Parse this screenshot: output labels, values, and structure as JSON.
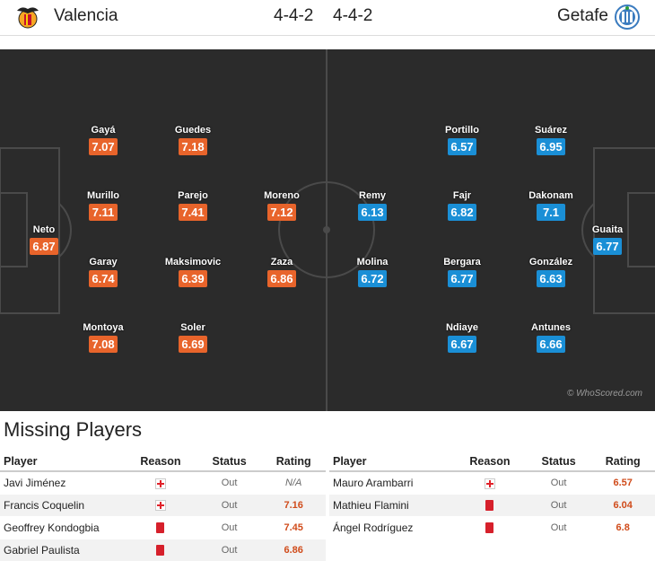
{
  "header": {
    "home_team": "Valencia",
    "away_team": "Getafe",
    "home_formation": "4-4-2",
    "away_formation": "4-4-2",
    "home_crest_icon": "valencia-bat-crest-icon",
    "away_crest_icon": "getafe-crest-icon"
  },
  "colors": {
    "home_rating": "#e8642b",
    "away_rating": "#1a8fd6",
    "pitch": "#2b2b2b",
    "missing_rating": "#d04b1a"
  },
  "pitch": {
    "watermark": "© WhoScored.com",
    "home_players": [
      {
        "name": "Neto",
        "rating": "6.87"
      },
      {
        "name": "Gayá",
        "rating": "7.07"
      },
      {
        "name": "Murillo",
        "rating": "7.11"
      },
      {
        "name": "Garay",
        "rating": "6.74"
      },
      {
        "name": "Montoya",
        "rating": "7.08"
      },
      {
        "name": "Guedes",
        "rating": "7.18"
      },
      {
        "name": "Parejo",
        "rating": "7.41"
      },
      {
        "name": "Maksimovic",
        "rating": "6.39"
      },
      {
        "name": "Soler",
        "rating": "6.69"
      },
      {
        "name": "Moreno",
        "rating": "7.12"
      },
      {
        "name": "Zaza",
        "rating": "6.86"
      }
    ],
    "away_players": [
      {
        "name": "Remy",
        "rating": "6.13"
      },
      {
        "name": "Molina",
        "rating": "6.72"
      },
      {
        "name": "Portillo",
        "rating": "6.57"
      },
      {
        "name": "Fajr",
        "rating": "6.82"
      },
      {
        "name": "Bergara",
        "rating": "6.77"
      },
      {
        "name": "Ndiaye",
        "rating": "6.67"
      },
      {
        "name": "Suárez",
        "rating": "6.95"
      },
      {
        "name": "Dakonam",
        "rating": "7.1"
      },
      {
        "name": "González",
        "rating": "6.63"
      },
      {
        "name": "Antunes",
        "rating": "6.66"
      },
      {
        "name": "Guaita",
        "rating": "6.77"
      }
    ]
  },
  "missing": {
    "title": "Missing Players",
    "columns": [
      "Player",
      "Reason",
      "Status",
      "Rating"
    ],
    "home": [
      {
        "player": "Javi Jiménez",
        "reason": "injury-cross-icon",
        "status": "Out",
        "rating": "N/A"
      },
      {
        "player": "Francis Coquelin",
        "reason": "injury-cross-icon",
        "status": "Out",
        "rating": "7.16"
      },
      {
        "player": "Geoffrey Kondogbia",
        "reason": "red-card-icon",
        "status": "Out",
        "rating": "7.45"
      },
      {
        "player": "Gabriel Paulista",
        "reason": "red-card-icon",
        "status": "Out",
        "rating": "6.86"
      }
    ],
    "away": [
      {
        "player": "Mauro Arambarri",
        "reason": "injury-cross-icon",
        "status": "Out",
        "rating": "6.57"
      },
      {
        "player": "Mathieu Flamini",
        "reason": "red-card-icon",
        "status": "Out",
        "rating": "6.04"
      },
      {
        "player": "Ángel Rodríguez",
        "reason": "red-card-icon",
        "status": "Out",
        "rating": "6.8"
      }
    ]
  }
}
